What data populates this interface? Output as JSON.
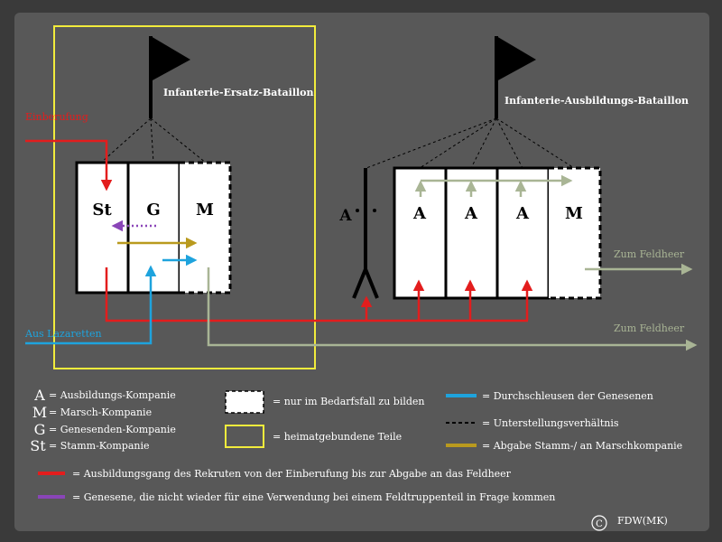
{
  "colors": {
    "background": "#555555",
    "frame": "#3a3a3a",
    "yellow": "#f2ec3c",
    "red": "#e31d1d",
    "blue": "#1ea3dd",
    "purple": "#8a45b8",
    "olive": "#b99a1e",
    "sage": "#a9b595",
    "white": "#ffffff",
    "black": "#000000"
  },
  "ersatz": {
    "title": "Infanterie-Ersatz-Bataillon",
    "companies": [
      "St",
      "G",
      "M"
    ]
  },
  "ausbildung": {
    "title": "Infanterie-Ausbildungs-Bataillon",
    "companies": [
      "A",
      "A",
      "A",
      "M"
    ],
    "side_label": "A"
  },
  "labels": {
    "einberufung": "Einberufung",
    "aus_lazaretten": "Aus Lazaretten",
    "zum_feldheer_1": "Zum Feldheer",
    "zum_feldheer_2": "Zum Feldheer"
  },
  "legend": {
    "companies": [
      {
        "abbr": "A",
        "text": "= Ausbildungs-Kompanie"
      },
      {
        "abbr": "M",
        "text": "= Marsch-Kompanie"
      },
      {
        "abbr": "G",
        "text": "= Genesenden-Kompanie"
      },
      {
        "abbr": "St",
        "text": "= Stamm-Kompanie"
      }
    ],
    "bedarf": "= nur im Bedarfsfall zu bilden",
    "heimat": "=  heimatgebundene Teile",
    "durchschleusen": "= Durchschleusen der Genesenen",
    "unterstellung": "= Unterstellungsverhältnis",
    "abgabe": "= Abgabe Stamm-/ an Marschkompanie",
    "ausbildungsgang": "= Ausbildungsgang des Rekruten von der Einberufung bis zur Abgabe an das Feldheer",
    "genesene": "= Genesene, die nicht wieder für eine Verwendung bei einem Feldtruppenteil in Frage kommen"
  },
  "copyright": {
    "symbol": "C",
    "text": "FDW(MK)"
  }
}
